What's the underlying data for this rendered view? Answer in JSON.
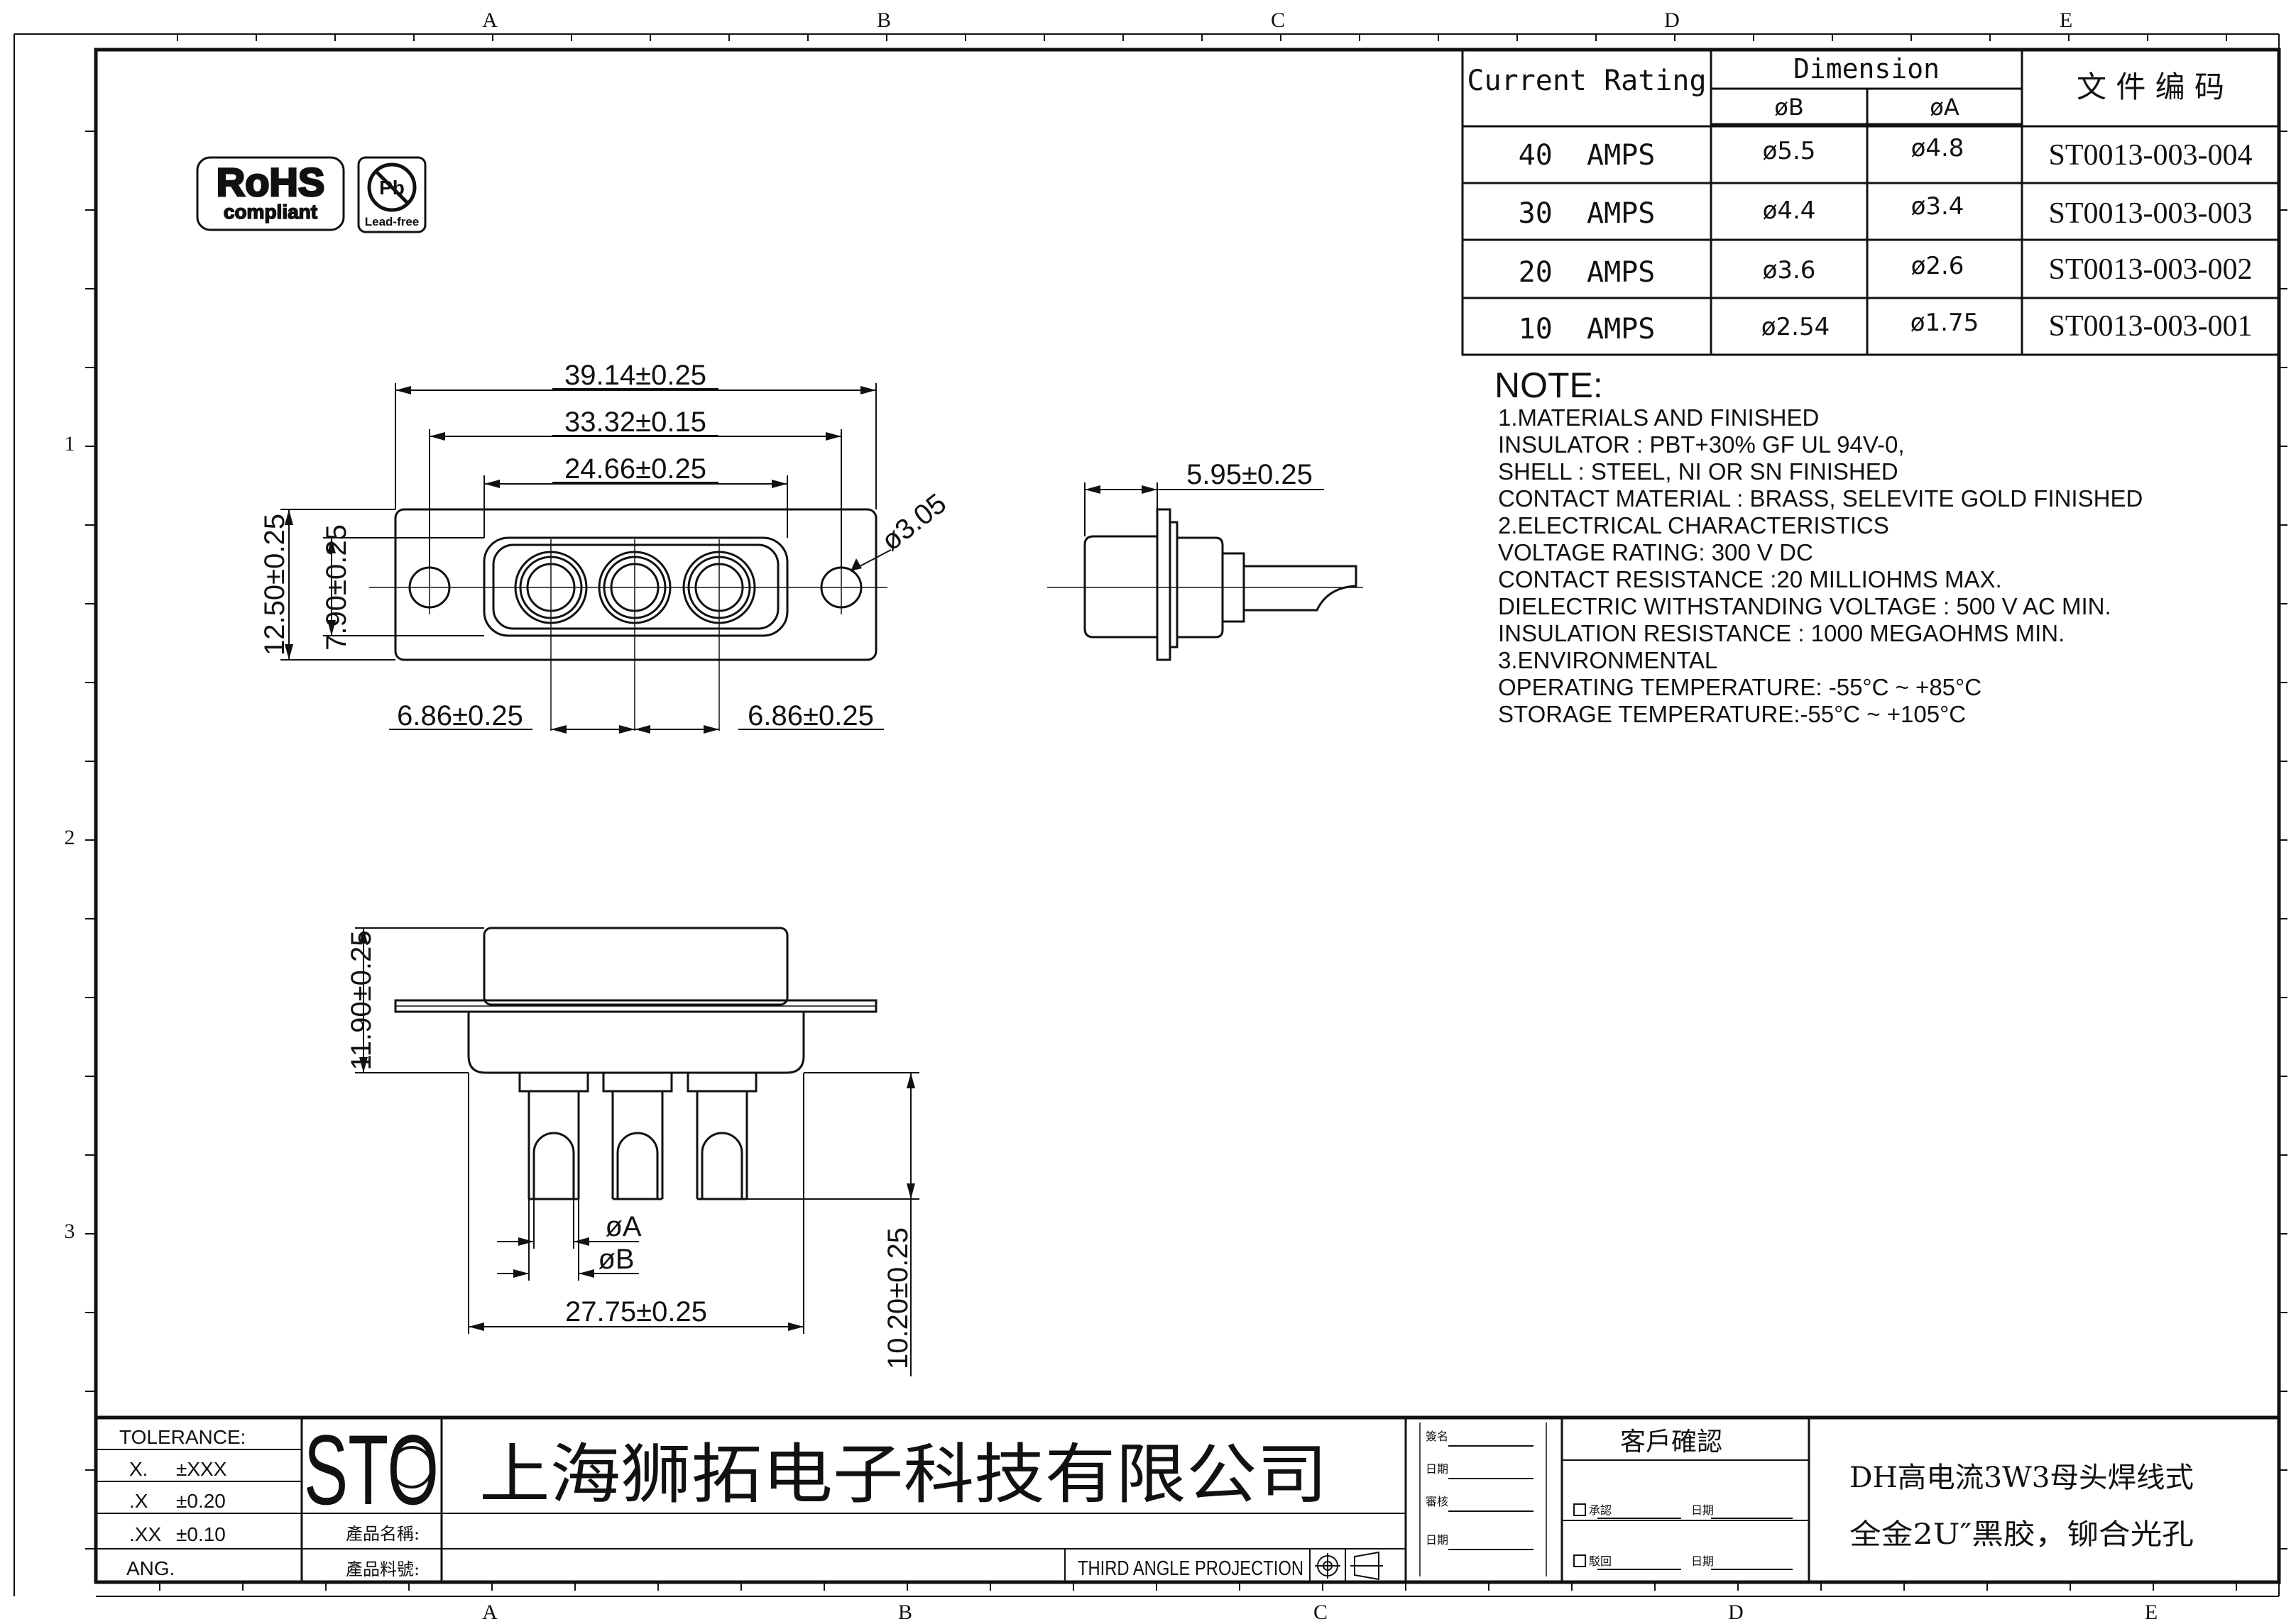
{
  "frame": {
    "cols_top": [
      "A",
      "B",
      "C",
      "D",
      "E"
    ],
    "cols_bottom": [
      "A",
      "B",
      "C",
      "D",
      "E"
    ],
    "rows": [
      "1",
      "2",
      "3"
    ]
  },
  "badges": {
    "rohs": "RoHS",
    "rohs_sub": "compliant",
    "pb": "Pb",
    "pb_sub": "Lead-free"
  },
  "table": {
    "h_current": "Current Rating",
    "h_dimension": "Dimension",
    "h_b": "øB",
    "h_a": "øA",
    "h_code": "文 件 编 码",
    "rows": [
      {
        "current": "40  AMPS",
        "b": "ø5.5",
        "a": "ø4.8",
        "code": "ST0013-003-004"
      },
      {
        "current": "30  AMPS",
        "b": "ø4.4",
        "a": "ø3.4",
        "code": "ST0013-003-003"
      },
      {
        "current": "20  AMPS",
        "b": "ø3.6",
        "a": "ø2.6",
        "code": "ST0013-003-002"
      },
      {
        "current": "10  AMPS",
        "b": "ø2.54",
        "a": "ø1.75",
        "code": "ST0013-003-001"
      }
    ]
  },
  "notes": {
    "title": "NOTE:",
    "lines": [
      "1.MATERIALS  AND  FINISHED",
      "  INSULATOR  :  PBT+30%  GF  UL  94V-0,",
      "  SHELL  :  STEEL,  NI  OR  SN  FINISHED",
      "  CONTACT  MATERIAL  :  BRASS,  SELEVITE  GOLD  FINISHED",
      "2.ELECTRICAL  CHARACTERISTICS",
      "  VOLTAGE  RATING:  300  V  DC",
      "  CONTACT  RESISTANCE  :20  MILLIOHMS  MAX.",
      "  DIELECTRIC  WITHSTANDING  VOLTAGE  :  500  V  AC  MIN.",
      "  INSULATION  RESISTANCE  :  1000  MEGAOHMS  MIN.",
      "3.ENVIRONMENTAL",
      "  OPERATING  TEMPERATURE:  -55°C  ~  +85°C",
      "  STORAGE  TEMPERATURE:-55°C  ~  +105°C"
    ]
  },
  "front_view": {
    "dim_overall": "39.14±0.25",
    "dim_holes": "33.32±0.15",
    "dim_shell": "24.66±0.25",
    "dim_hole_dia": "ø3.05",
    "dim_height": "12.50±0.25",
    "dim_shell_height": "7.90±0.25",
    "dim_pitch_left": "6.86±0.25",
    "dim_pitch_right": "6.86±0.25"
  },
  "side_view": {
    "dim_depth": "5.95±0.25"
  },
  "bottom_view": {
    "dim_body_height": "11.90±0.25",
    "dim_pin_length": "10.20±0.25",
    "dim_width": "27.75±0.25",
    "label_a": "øA",
    "label_b": "øB"
  },
  "title_block": {
    "tolerance_label": "TOLERANCE:",
    "tol_rows": [
      {
        "k": "X.",
        "v": "±XXX"
      },
      {
        "k": ".X",
        "v": "±0.20"
      },
      {
        "k": ".XX",
        "v": "±0.10"
      },
      {
        "k": "ANG.",
        "v": ""
      }
    ],
    "logo": "STO",
    "company": "上海狮拓电子科技有限公司",
    "product_name_label": "產品名稱:",
    "product_no_label": "產品料號:",
    "projection": "THIRD ANGLE PROJECTION",
    "sign_labels": [
      "簽名",
      "日期",
      "審核",
      "日期"
    ],
    "customer_confirm": "客戶確認",
    "approve_label": "承認",
    "return_label": "駁回",
    "date_label": "日期",
    "product_desc_1": "DH高电流3W3母头焊线式",
    "product_desc_2": "全金2U″黑胶，铆合光孔"
  }
}
